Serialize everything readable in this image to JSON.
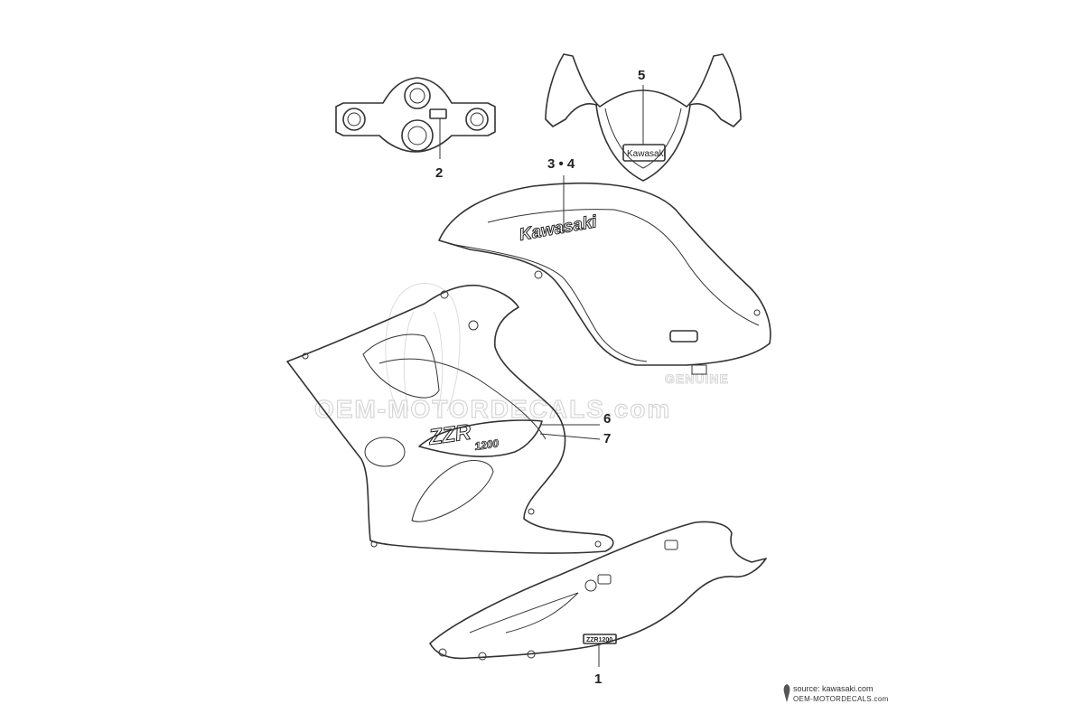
{
  "watermark": {
    "site": "OEM-MOTORDECALS.com",
    "badge": "GENUINE"
  },
  "callouts": [
    {
      "id": "1",
      "label": "1"
    },
    {
      "id": "2",
      "label": "2"
    },
    {
      "id": "3-4",
      "label": "3 • 4"
    },
    {
      "id": "5",
      "label": "5"
    },
    {
      "id": "6",
      "label": "6"
    },
    {
      "id": "7",
      "label": "7"
    }
  ],
  "decals": {
    "tank_logo": "Kawasaki",
    "windscreen_logo": "Kawasaki",
    "fairing_model": "ZZR",
    "fairing_model_sub": "1200",
    "undercowl_badge": "ZZR1200"
  },
  "footer": {
    "source": "source: kawasaki.com",
    "site": "OEM-MOTORDECALS.com"
  },
  "colors": {
    "line": "#333333",
    "watermark": "#d6d6d6",
    "background": "#ffffff"
  }
}
